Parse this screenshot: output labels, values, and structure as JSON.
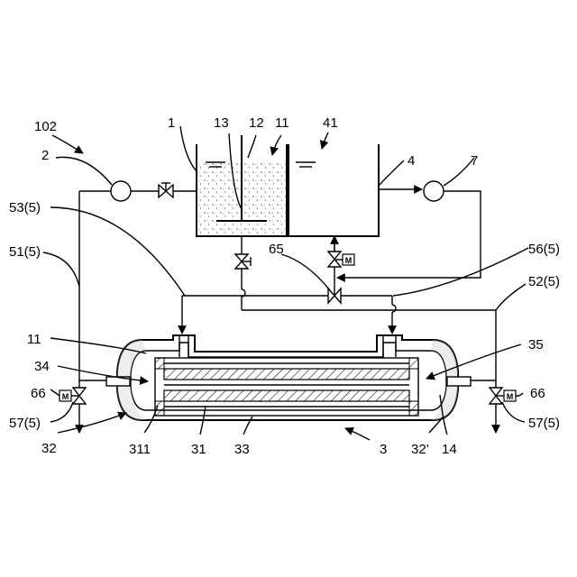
{
  "labels": {
    "l102": "102",
    "l2": "2",
    "l1": "1",
    "l13": "13",
    "l12": "12",
    "l11top": "11",
    "l41": "41",
    "l4": "4",
    "l7": "7",
    "l53": "53(5)",
    "l51": "51(5)",
    "l65": "65",
    "l56": "56(5)",
    "l52": "52(5)",
    "l11left": "11",
    "l35": "35",
    "l34": "34",
    "l66left": "66",
    "l66right": "66",
    "l57left": "57(5)",
    "l57right": "57(5)",
    "l32": "32",
    "l311": "311",
    "l31": "31",
    "l33": "33",
    "l3": "3",
    "l32p": "32’",
    "l14": "14"
  },
  "motor_mark": "M"
}
